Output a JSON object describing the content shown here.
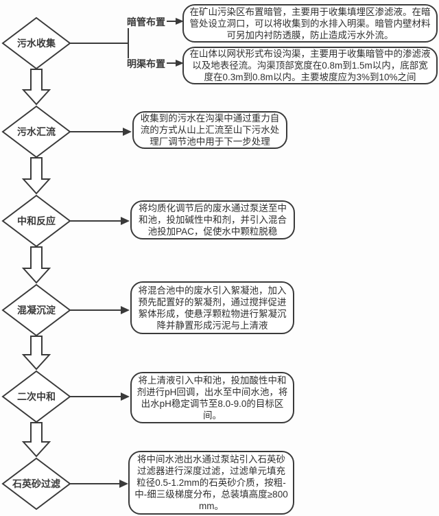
{
  "diagram": {
    "type": "flowchart",
    "stages": [
      {
        "label": "污水收集"
      },
      {
        "label": "污水汇流",
        "note": "收集到的污水在沟渠中通过重力自流的方式从山上汇流至山下污水处理厂调节池中用于下一步处理"
      },
      {
        "label": "中和反应",
        "note": "将均质化调节后的废水通过泵送至中和池，投加碱性中和剂，并引入混合池投加PAC，促使水中颗粒脱稳"
      },
      {
        "label": "混凝沉淀",
        "note": "将混合池中的废水引入絮凝池，加入预先配置好的絮凝剂，通过搅拌促进絮体形成，使悬浮颗粒物进行絮凝沉降并静置形成污泥与上清液"
      },
      {
        "label": "二次中和",
        "note": "将上清液引入中和池，投加酸性中和剂进行pH回调，出水至中间水池，将出水pH稳定调节至8.0-9.0的目标区间。"
      },
      {
        "label": "石英砂过滤",
        "note": "将中间水池出水通过泵站引入石英砂过滤器进行深度过滤，过滤单元填充粒径0.5-1.2mm的石英砂介质，按粗-中-细三级梯度分布，总装填高度≥800mm。"
      }
    ],
    "branches": [
      {
        "label": "暗管布置",
        "note": "在矿山污染区布置暗管，主要用于收集填埋区渗滤液。在暗管处设立洞口，可以将收集到的水排入明渠。暗管内壁材料可另加内衬防透膜，防止造成污水外流。"
      },
      {
        "label": "明渠布置",
        "note": "在山体以网状形式布设沟渠，主要用于收集暗管中的渗滤液以及地表径流。沟渠顶部宽度在0.8m到1.5m以内，底部宽度在0.3m到0.8m以内。主要坡度应为3%到10%之间"
      }
    ],
    "colors": {
      "line": "#3a3a3a",
      "text": "#333333",
      "background": "#fdfdfd",
      "shape_fill": "#ffffff"
    }
  }
}
